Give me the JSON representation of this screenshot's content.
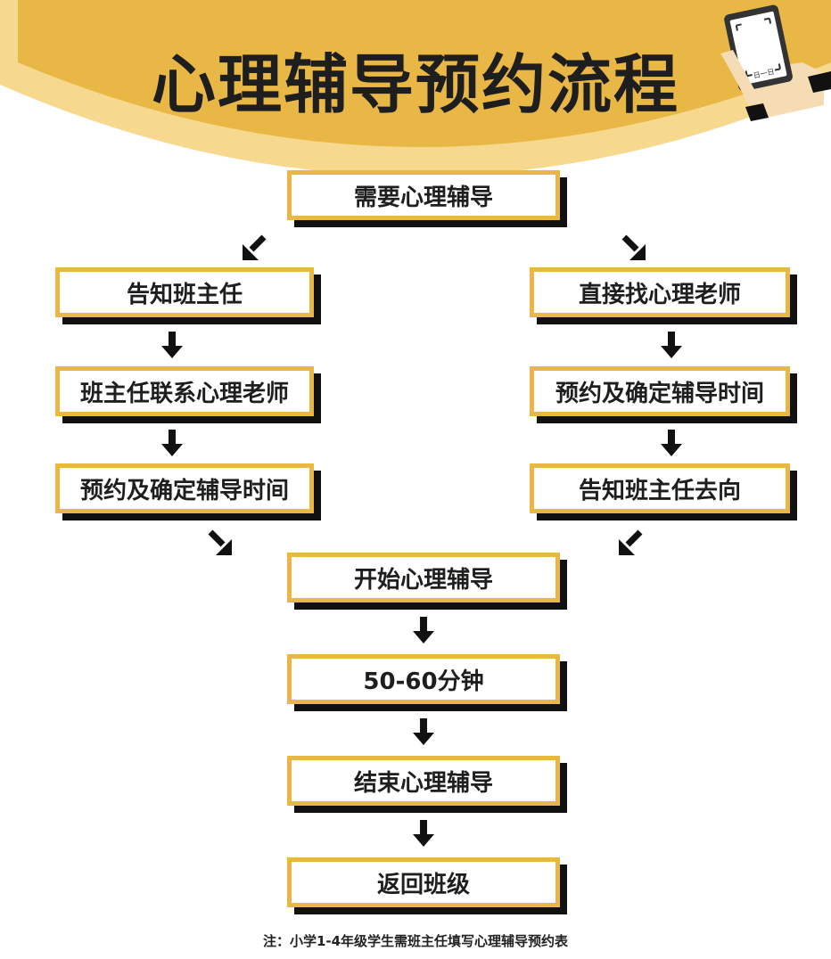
{
  "title": "心理辅导预约流程",
  "header_icon": "tablet-in-hand-icon",
  "tablet_text": "日一日",
  "colors": {
    "accent_gold": "#e8b746",
    "light_gold": "#f6d98e",
    "shadow": "#111111",
    "text": "#1e1e1e"
  },
  "start": "需要心理辅导",
  "left_branch": {
    "steps": [
      "告知班主任",
      "班主任联系心理老师",
      "预约及确定辅导时间"
    ]
  },
  "right_branch": {
    "steps": [
      "直接找心理老师",
      "预约及确定辅导时间",
      "告知班主任去向"
    ]
  },
  "center": {
    "steps": [
      "开始心理辅导",
      "50-60分钟",
      "结束心理辅导",
      "返回班级"
    ]
  },
  "note": "注：小学1-4年级学生需班主任填写心理辅导预约表"
}
